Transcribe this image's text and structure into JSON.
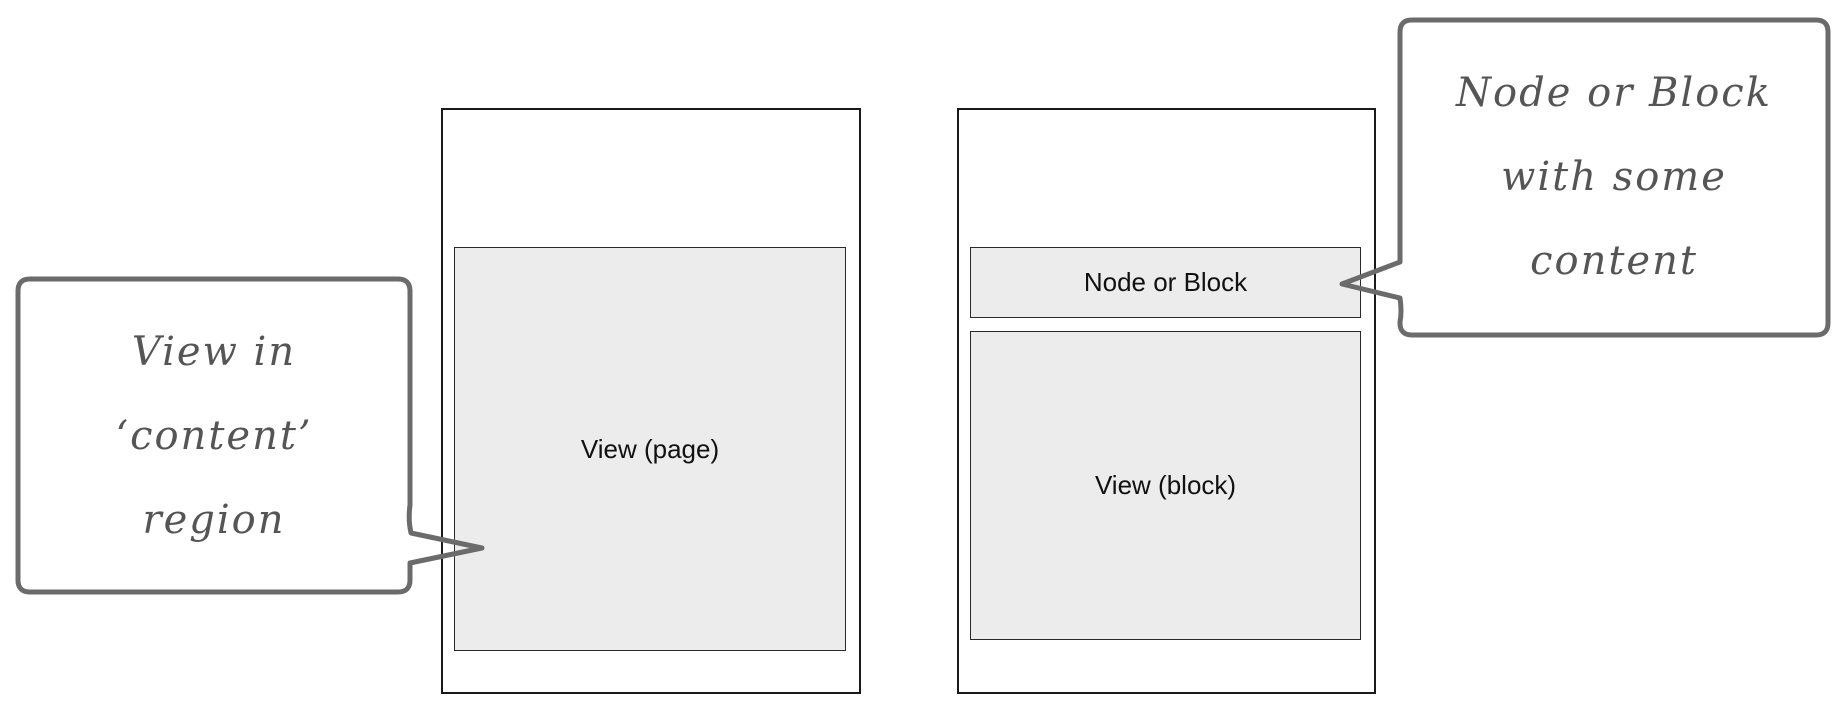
{
  "left_page": {
    "view_label": "View (page)"
  },
  "right_page": {
    "block_label": "Node or Block",
    "view_label": "View (block)"
  },
  "left_callout": {
    "lines": [
      "View in",
      "‘content’",
      "region"
    ]
  },
  "right_callout": {
    "lines": [
      "Node or Block",
      "with some",
      "content"
    ]
  },
  "colors": {
    "callout_stroke": "#6b6b6b",
    "callout_text": "#555555",
    "region_fill": "#ececec",
    "frame_stroke": "#1a1a1a"
  }
}
